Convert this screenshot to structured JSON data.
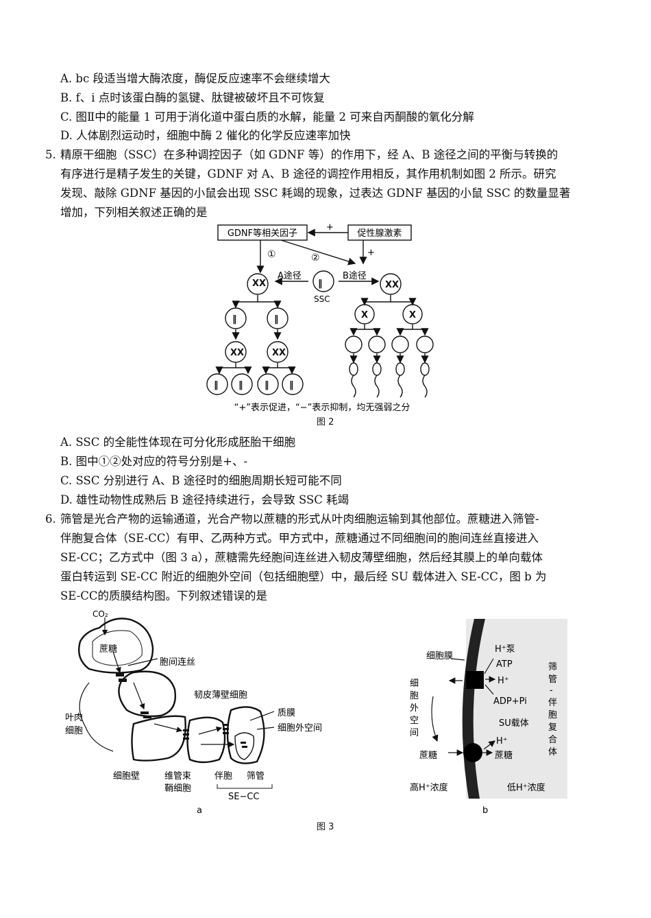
{
  "q4_options": {
    "A": "A. bc 段适当增大酶浓度，酶促反应速率不会继续增大",
    "B": "B. f、i 点时该蛋白酶的氢键、肽键被破坏且不可恢复",
    "C": "C. 图Ⅱ中的能量 1 可用于消化道中蛋白质的水解，能量 2 可来自丙酮酸的氧化分解",
    "D": "D. 人体剧烈运动时，细胞中酶 2 催化的化学反应速率加快"
  },
  "q5": {
    "number": "5.",
    "stem": [
      "精原干细胞（SSC）在多种调控因子（如 GDNF 等）的作用下，经 A、B 途径之间的平衡与转换的",
      "有序进行是精子发生的关键，GDNF 对 A、B 途径的调控作用相反，其作用机制如图 2 所示。研究",
      "发现、敲除 GDNF 基因的小鼠会出现 SSC 耗竭的现象，过表达 GDNF 基因的小鼠 SSC 的数量显著",
      "增加，下列相关叙述正确的是"
    ],
    "figure": {
      "box_left": "GDNF等相关因子",
      "box_right": "促性腺激素",
      "plus_top": "+",
      "plus_right": "+",
      "mark1": "①",
      "mark2": "②",
      "path_a": "A途径",
      "path_b": "B途径",
      "ssc": "SSC",
      "legend": "“+”表示促进，“−”表示抑制，均无强弱之分",
      "caption": "图 2"
    },
    "options": {
      "A": "A. SSC 的全能性体现在可分化形成胚胎干细胞",
      "B": "B. 图中①②处对应的符号分别是+、-",
      "C": "C. SSC 分别进行 A、B 途径时的细胞周期长短可能不同",
      "D": "D. 雄性动物性成熟后 B 途径持续进行，会导致 SSC 耗竭"
    }
  },
  "q6": {
    "number": "6.",
    "stem": [
      "筛管是光合产物的运输通道，光合产物以蔗糖的形式从叶肉细胞运输到其他部位。蔗糖进入筛管-",
      "伴胞复合体（SE-CC）有甲、乙两种方式。甲方式中，蔗糖通过不同细胞间的胞间连丝直接进入",
      "SE-CC；乙方式中（图 3 a），蔗糖需先经胞间连丝进入韧皮薄壁细胞，然后经其膜上的单向载体",
      "蛋白转运到 SE-CC 附近的细胞外空间（包括细胞壁）中，最后经 SU 载体进入 SE-CC，图 b 为",
      "SE-CC的质膜结构图。下列叙述错误的是"
    ],
    "fig_a": {
      "co2": "CO₂",
      "sucrose": "蔗糖",
      "plasmodesmata": "胞间连丝",
      "mesophyll": "叶肉细胞",
      "phloem_parenchyma": "韧皮薄壁细胞",
      "membrane": "质膜",
      "extracellular": "细胞外空间",
      "cell_wall": "细胞壁",
      "bundle_sheath": "维管束鞘细胞",
      "companion": "伴胞",
      "sieve": "筛管",
      "secc": "SE−CC",
      "sub": "a"
    },
    "fig_b": {
      "cell_membrane": "细胞膜",
      "hpump": "H⁺泵",
      "atp": "ATP",
      "hplus1": "H⁺",
      "adp": "ADP+Pi",
      "su": "SU载体",
      "hplus2": "H⁺",
      "sucrose_out": "蔗糖",
      "sucrose_in": "蔗糖",
      "extracellular": "细胞外空间",
      "secc": "筛管-伴胞复合体",
      "high_h": "高H⁺浓度",
      "low_h": "低H⁺浓度",
      "sub": "b"
    },
    "caption": "图 3"
  }
}
